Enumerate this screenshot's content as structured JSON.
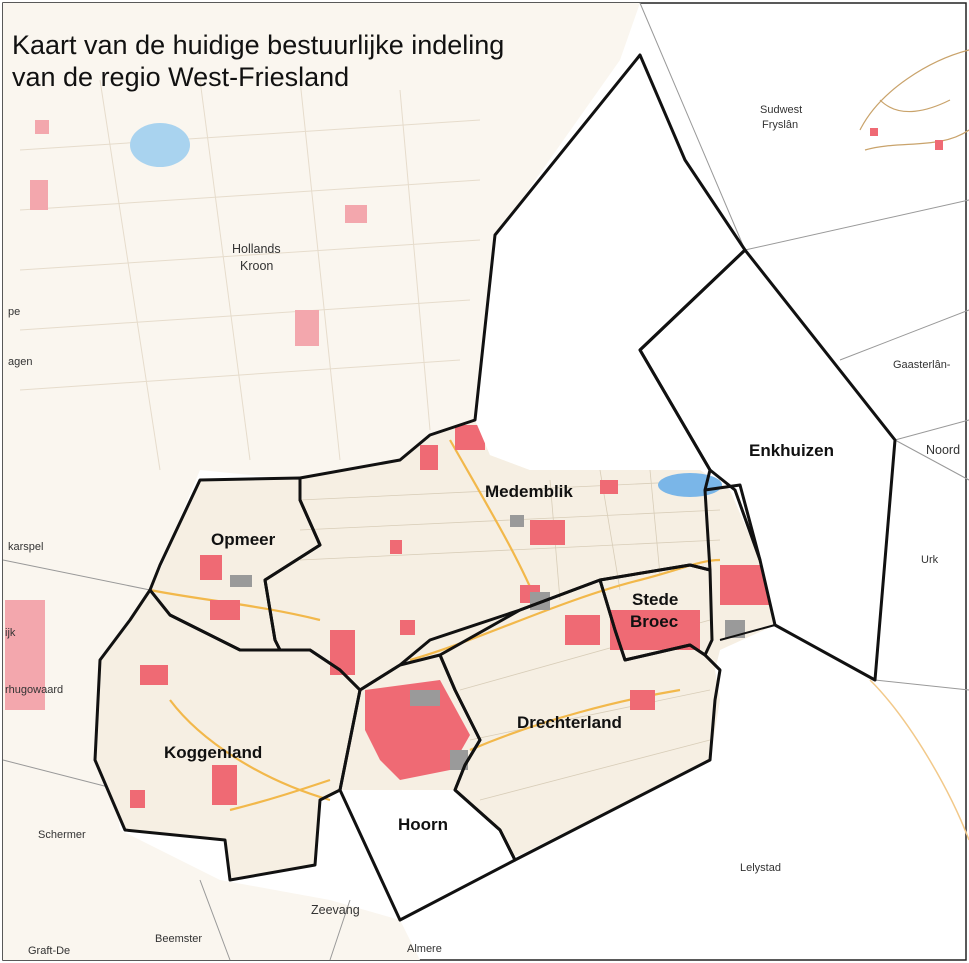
{
  "map": {
    "title_line1": "Kaart van de huidige bestuurlijke indeling",
    "title_line2": "van de regio West-Friesland",
    "colors": {
      "land": "#f6efe3",
      "urban": "#ef6a74",
      "water": "#a9d3ef",
      "boundary": "#111111",
      "road": "#f2b84b",
      "rail": "#9a9a9a"
    },
    "municipalities": {
      "opmeer": "Opmeer",
      "medemblik": "Medemblik",
      "enkhuizen": "Enkhuizen",
      "stede_line1": "Stede",
      "stede_line2": "Broec",
      "koggenland": "Koggenland",
      "drechterland": "Drechterland",
      "hoorn": "Hoorn"
    },
    "neighbors": {
      "hollands_line1": "Hollands",
      "hollands_line2": "Kroon",
      "sudwest_line1": "Sudwest",
      "sudwest_line2": "Fryslân",
      "gaasterlan": "Gaasterlân-",
      "noord": "Noord",
      "urk": "Urk",
      "lelystad": "Lelystad",
      "schermer": "Schermer",
      "zeevang": "Zeevang",
      "beemster": "Beemster",
      "almere": "Almere",
      "graft": "Graft-De",
      "heerhugowaard": "rhugowaard",
      "langedijk": "ijk",
      "karspel": "karspel",
      "pe": "pe",
      "agen": "agen"
    }
  }
}
